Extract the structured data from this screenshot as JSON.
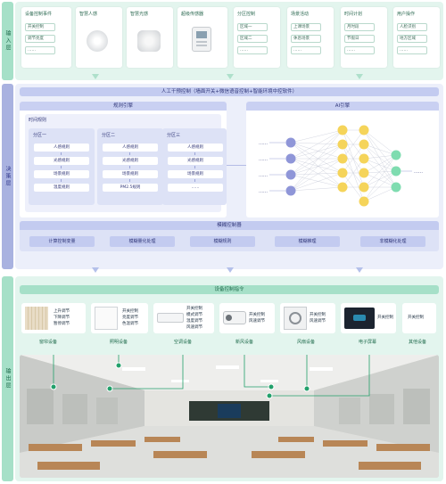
{
  "layers": {
    "input": "输入层",
    "decision": "决策层",
    "output": "输出层"
  },
  "input_cards": [
    {
      "title": "设备控制事件",
      "items": [
        "开关控制",
        "调节亮度",
        "……"
      ]
    },
    {
      "title": "智慧人感"
    },
    {
      "title": "智慧光感"
    },
    {
      "title": "超级传感器"
    },
    {
      "title": "分区控制",
      "items": [
        "区域一",
        "区域二",
        "……"
      ]
    },
    {
      "title": "场景活动",
      "items": [
        "上课场景",
        "休息场景",
        "……"
      ]
    },
    {
      "title": "时间计划",
      "items": [
        "月时段",
        "节假日",
        "……"
      ]
    },
    {
      "title": "用户操作",
      "items": [
        "人脸识别",
        "地方区域",
        "……"
      ]
    }
  ],
  "decision": {
    "manual": "人工干预控制（墙面开关+微信语音控制+智能环境中控软件）",
    "rule_engine": "规则引擎",
    "ai_engine": "AI引擎",
    "time_rule": "时间规则",
    "zones": [
      {
        "title": "分区一",
        "rules": [
          "人感规则",
          "光感规则",
          "场景规则",
          "温度规则"
        ]
      },
      {
        "title": "分区二",
        "rules": [
          "人感规则",
          "光感规则",
          "场景规则",
          "PM2.5规则"
        ]
      },
      {
        "title": "分区三",
        "rules": [
          "人感规则",
          "光感规则",
          "场景规则",
          "……"
        ]
      }
    ],
    "ai_inputs": [
      "……",
      "……",
      "……",
      "……"
    ],
    "ai_output": "……",
    "fuzzy_controller": "模糊控制器",
    "fuzzy_steps": [
      "计算控制变量",
      "模糊量化处理",
      "模糊规则",
      "模糊推理",
      "非模糊化处理"
    ]
  },
  "output": {
    "bar": "设备控制指令",
    "devices": [
      {
        "name": "窗帘设备",
        "specs": [
          "上升调节",
          "下降调节",
          "暂停调节"
        ]
      },
      {
        "name": "照明设备",
        "specs": [
          "开关控制",
          "亮度调节",
          "色温调节"
        ]
      },
      {
        "name": "空调设备",
        "specs": [
          "开关控制",
          "模式调节",
          "温度调节",
          "风速调节"
        ]
      },
      {
        "name": "新风设备",
        "specs": [
          "开关控制",
          "风速调节"
        ]
      },
      {
        "name": "风扇设备",
        "specs": [
          "开关控制",
          "风速调节"
        ]
      },
      {
        "name": "电子屏幕",
        "specs": [
          "开关控制"
        ]
      },
      {
        "name": "其他设备",
        "specs": [
          "开关控制"
        ]
      }
    ]
  },
  "colors": {
    "green_band": "#e3f5ee",
    "blue_band": "#eceffa",
    "node_blue": "#8f96d8",
    "node_yellow": "#f5d45a",
    "node_green": "#7fdcb0",
    "accent_green": "#22a06b"
  }
}
